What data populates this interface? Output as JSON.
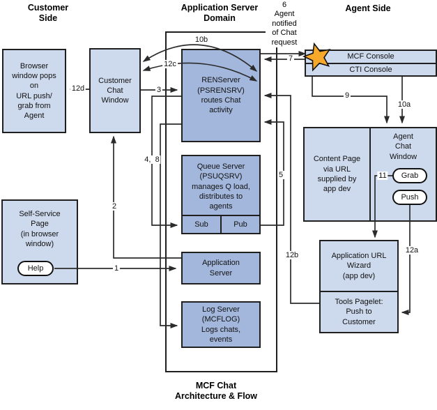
{
  "title": "MCF Chat\nArchitecture & Flow",
  "headers": {
    "customer_side": "Customer\nSide",
    "app_server_domain": "Application Server\nDomain",
    "agent_side": "Agent Side",
    "note_6": "6\nAgent\nnotified\nof Chat\nrequest"
  },
  "boxes": {
    "browser_window": "Browser\nwindow pops\non\nURL push/\ngrab from\nAgent",
    "customer_chat_window": "Customer\nChat\nWindow",
    "self_service": "Self-Service\nPage\n(in browser\nwindow)",
    "help_button": "Help",
    "renserver": "RENServer\n(PSRENSRV)\nroutes Chat\nactivity",
    "queue_server": "Queue Server\n(PSUQSRV)\nmanages Q load,\ndistributes to\nagents",
    "sub": "Sub",
    "pub": "Pub",
    "app_server": "Application\nServer",
    "log_server": "Log Server\n(MCFLOG)\nLogs chats,\nevents",
    "mcf_console": "MCF Console",
    "cti_console": "CTI Console",
    "content_page": "Content Page\nvia URL\nsupplied by\napp dev",
    "agent_chat_window": "Agent\nChat\nWindow",
    "grab_button": "Grab",
    "push_button": "Push",
    "url_wizard": "Application URL\nWizard\n(app dev)",
    "tools_pagelet": "Tools Pagelet:\nPush to\nCustomer"
  },
  "flow_labels": {
    "f1": "1",
    "f2": "2",
    "f3": "3",
    "f4_8": "4,  8",
    "f5": "5",
    "f7": "7",
    "f9": "9",
    "f10a": "10a",
    "f10b": "10b",
    "f11": "11",
    "f12a": "12a",
    "f12b": "12b",
    "f12c": "12c",
    "f12d": "12d"
  },
  "colors": {
    "box_light": "#cdd9ec",
    "box_dark": "#a3b7dc",
    "border": "#1f1f1f",
    "line": "#2b2b2b",
    "star_fill": "#f5a829"
  }
}
